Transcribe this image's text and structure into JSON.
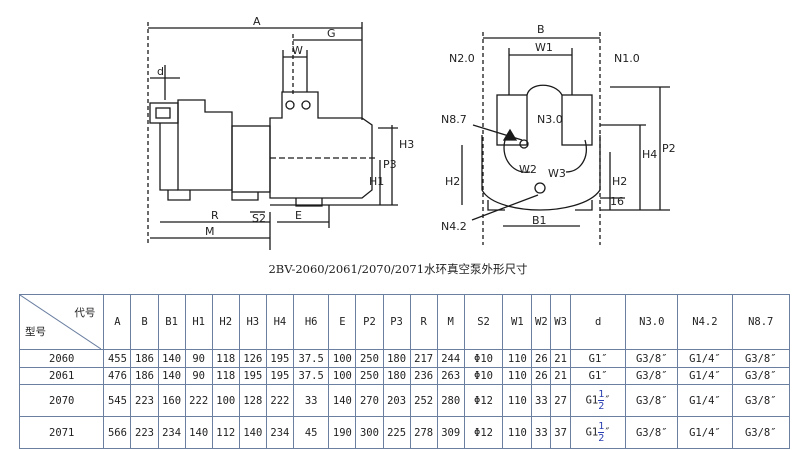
{
  "drawing": {
    "left_view": {
      "dims": [
        "A",
        "G",
        "W",
        "d",
        "H3",
        "H1",
        "P3",
        "R",
        "S2",
        "E",
        "M"
      ]
    },
    "right_view": {
      "dims": [
        "B",
        "W1",
        "N2.0",
        "N1.0",
        "N8.7",
        "N3.0",
        "W2",
        "W3",
        "H2",
        "H4",
        "P2",
        "H2",
        "16",
        "B1",
        "N4.2"
      ]
    }
  },
  "caption": "2BV-2060/2061/2070/2071水环真空泵外形尺寸",
  "table": {
    "corner": {
      "code_label": "代号",
      "model_label": "型号"
    },
    "headers": [
      "A",
      "B",
      "B1",
      "H1",
      "H2",
      "H3",
      "H4",
      "H6",
      "E",
      "P2",
      "P3",
      "R",
      "M",
      "S2",
      "W1",
      "W2",
      "W3",
      "d",
      "N3.0",
      "N4.2",
      "N8.7"
    ],
    "rows": [
      {
        "model": "2060",
        "cells": [
          "455",
          "186",
          "140",
          "90",
          "118",
          "126",
          "195",
          "37.5",
          "100",
          "250",
          "180",
          "217",
          "244",
          "Φ10",
          "110",
          "26",
          "21",
          "G1″",
          "G3/8″",
          "G1/4″",
          "G3/8″"
        ]
      },
      {
        "model": "2061",
        "cells": [
          "476",
          "186",
          "140",
          "90",
          "118",
          "195",
          "195",
          "37.5",
          "100",
          "250",
          "180",
          "236",
          "263",
          "Φ10",
          "110",
          "26",
          "21",
          "G1″",
          "G3/8″",
          "G1/4″",
          "G3/8″"
        ]
      },
      {
        "model": "2070",
        "cells": [
          "545",
          "223",
          "160",
          "222",
          "100",
          "128",
          "222",
          "33",
          "140",
          "270",
          "203",
          "252",
          "280",
          "Φ12",
          "110",
          "33",
          "27",
          "",
          "G3/8″",
          "G1/4″",
          "G3/8″"
        ],
        "d_prefix": "G1",
        "d_num": "1",
        "d_den": "2",
        "d_suffix": "″"
      },
      {
        "model": "2071",
        "cells": [
          "566",
          "223",
          "234",
          "140",
          "112",
          "140",
          "234",
          "45",
          "190",
          "300",
          "225",
          "278",
          "309",
          "Φ12",
          "110",
          "33",
          "37",
          "",
          "G3/8″",
          "G1/4″",
          "G3/8″"
        ],
        "d_prefix": "G1",
        "d_num": "1",
        "d_den": "2",
        "d_suffix": "″"
      }
    ]
  }
}
